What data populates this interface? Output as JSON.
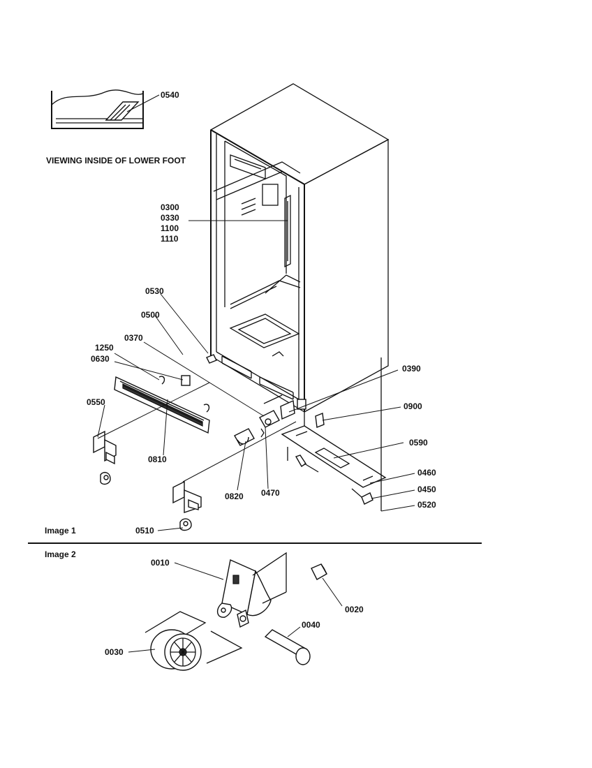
{
  "caption_view": "VIEWING INSIDE OF LOWER FOOT",
  "image_labels": [
    "Image 1",
    "Image 2"
  ],
  "callouts": {
    "c0540": "0540",
    "c0300": "0300",
    "c0330": "0330",
    "c1100": "1100",
    "c1110": "1110",
    "c0530": "0530",
    "c0500": "0500",
    "c0370": "0370",
    "c1250": "1250",
    "c0630": "0630",
    "c0550": "0550",
    "c0810": "0810",
    "c0390": "0390",
    "c0900": "0900",
    "c0590": "0590",
    "c0460": "0460",
    "c0450": "0450",
    "c0520": "0520",
    "c0820": "0820",
    "c0470": "0470",
    "c0510": "0510",
    "c0010": "0010",
    "c0020": "0020",
    "c0040": "0040",
    "c0030": "0030"
  }
}
